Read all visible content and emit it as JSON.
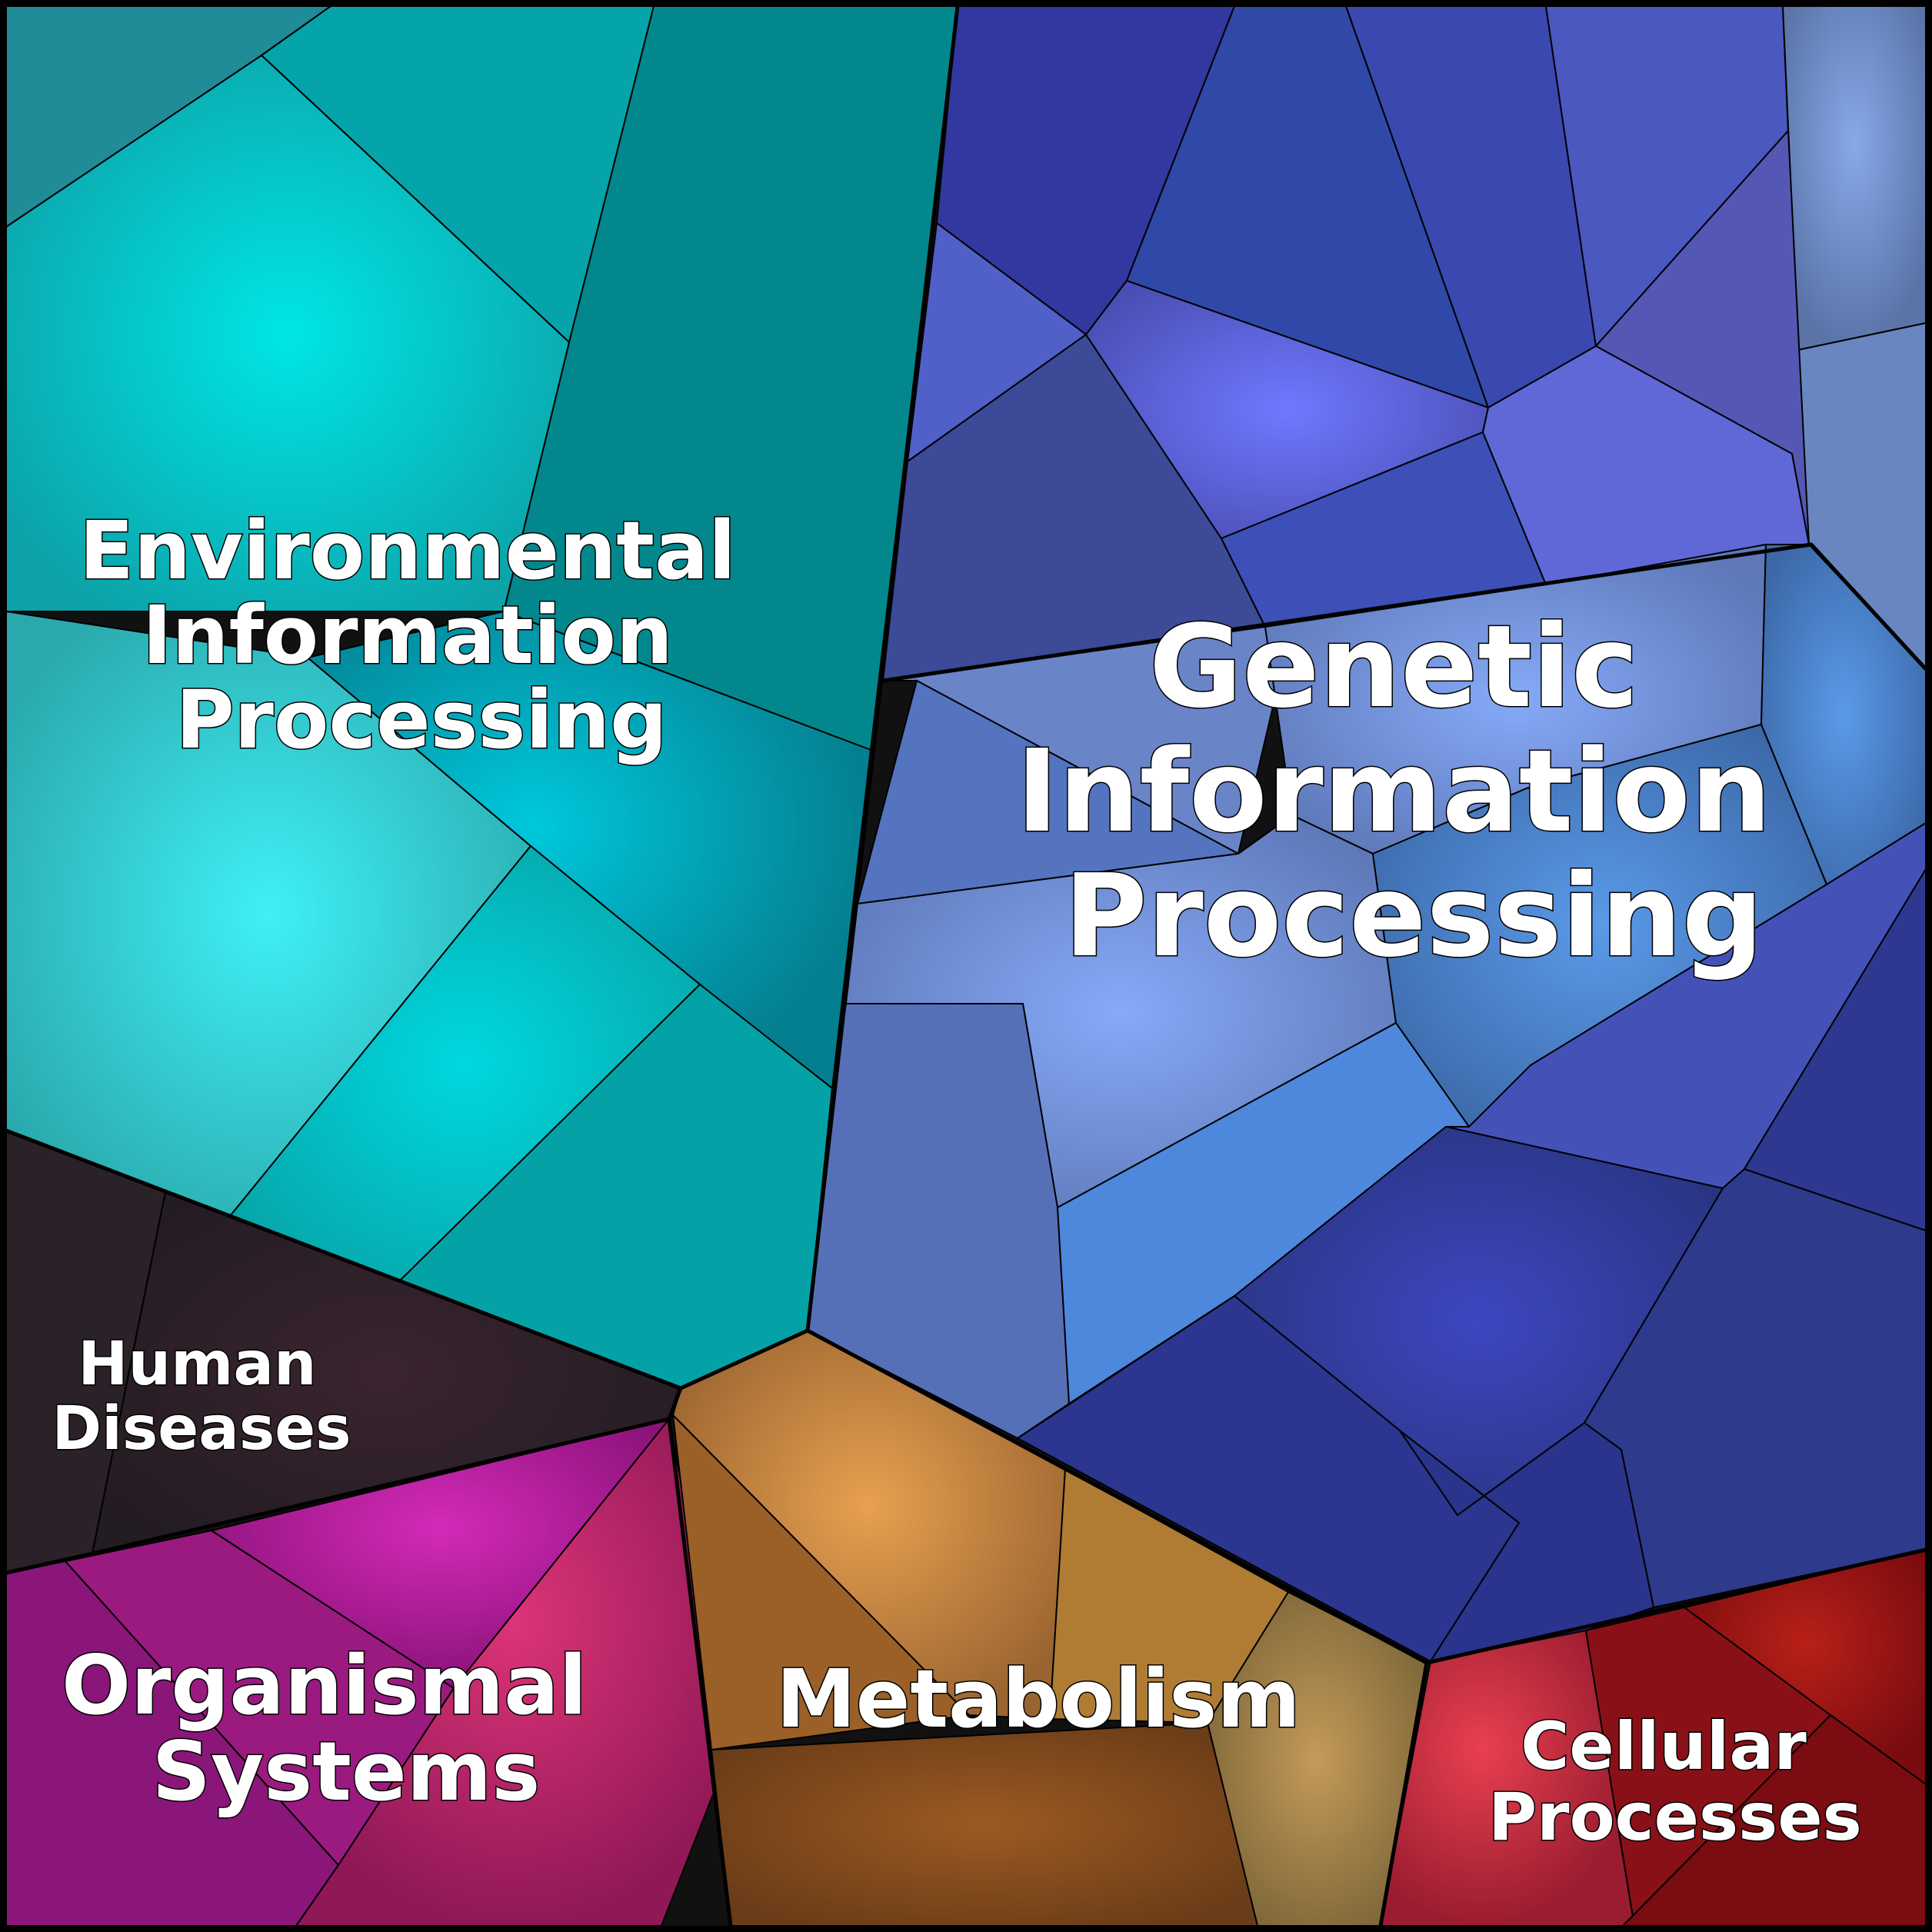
{
  "categories": [
    {
      "id": "environmental",
      "lines": [
        "Environmental",
        "Information",
        "Processing"
      ],
      "color": "#00a8a8"
    },
    {
      "id": "genetic",
      "lines": [
        "Genetic",
        "Information",
        "Processing"
      ],
      "color": "#4a5bc4"
    },
    {
      "id": "human-diseases",
      "lines": [
        "Human",
        "Diseases"
      ],
      "color": "#2e2028"
    },
    {
      "id": "organismal",
      "lines": [
        "Organismal",
        "Systems"
      ],
      "color": "#a8207a"
    },
    {
      "id": "metabolism",
      "lines": [
        "Metabolism"
      ],
      "color": "#a06a2c"
    },
    {
      "id": "cellular",
      "lines": [
        "Cellular",
        "Processes"
      ],
      "color": "#b01c28"
    }
  ]
}
